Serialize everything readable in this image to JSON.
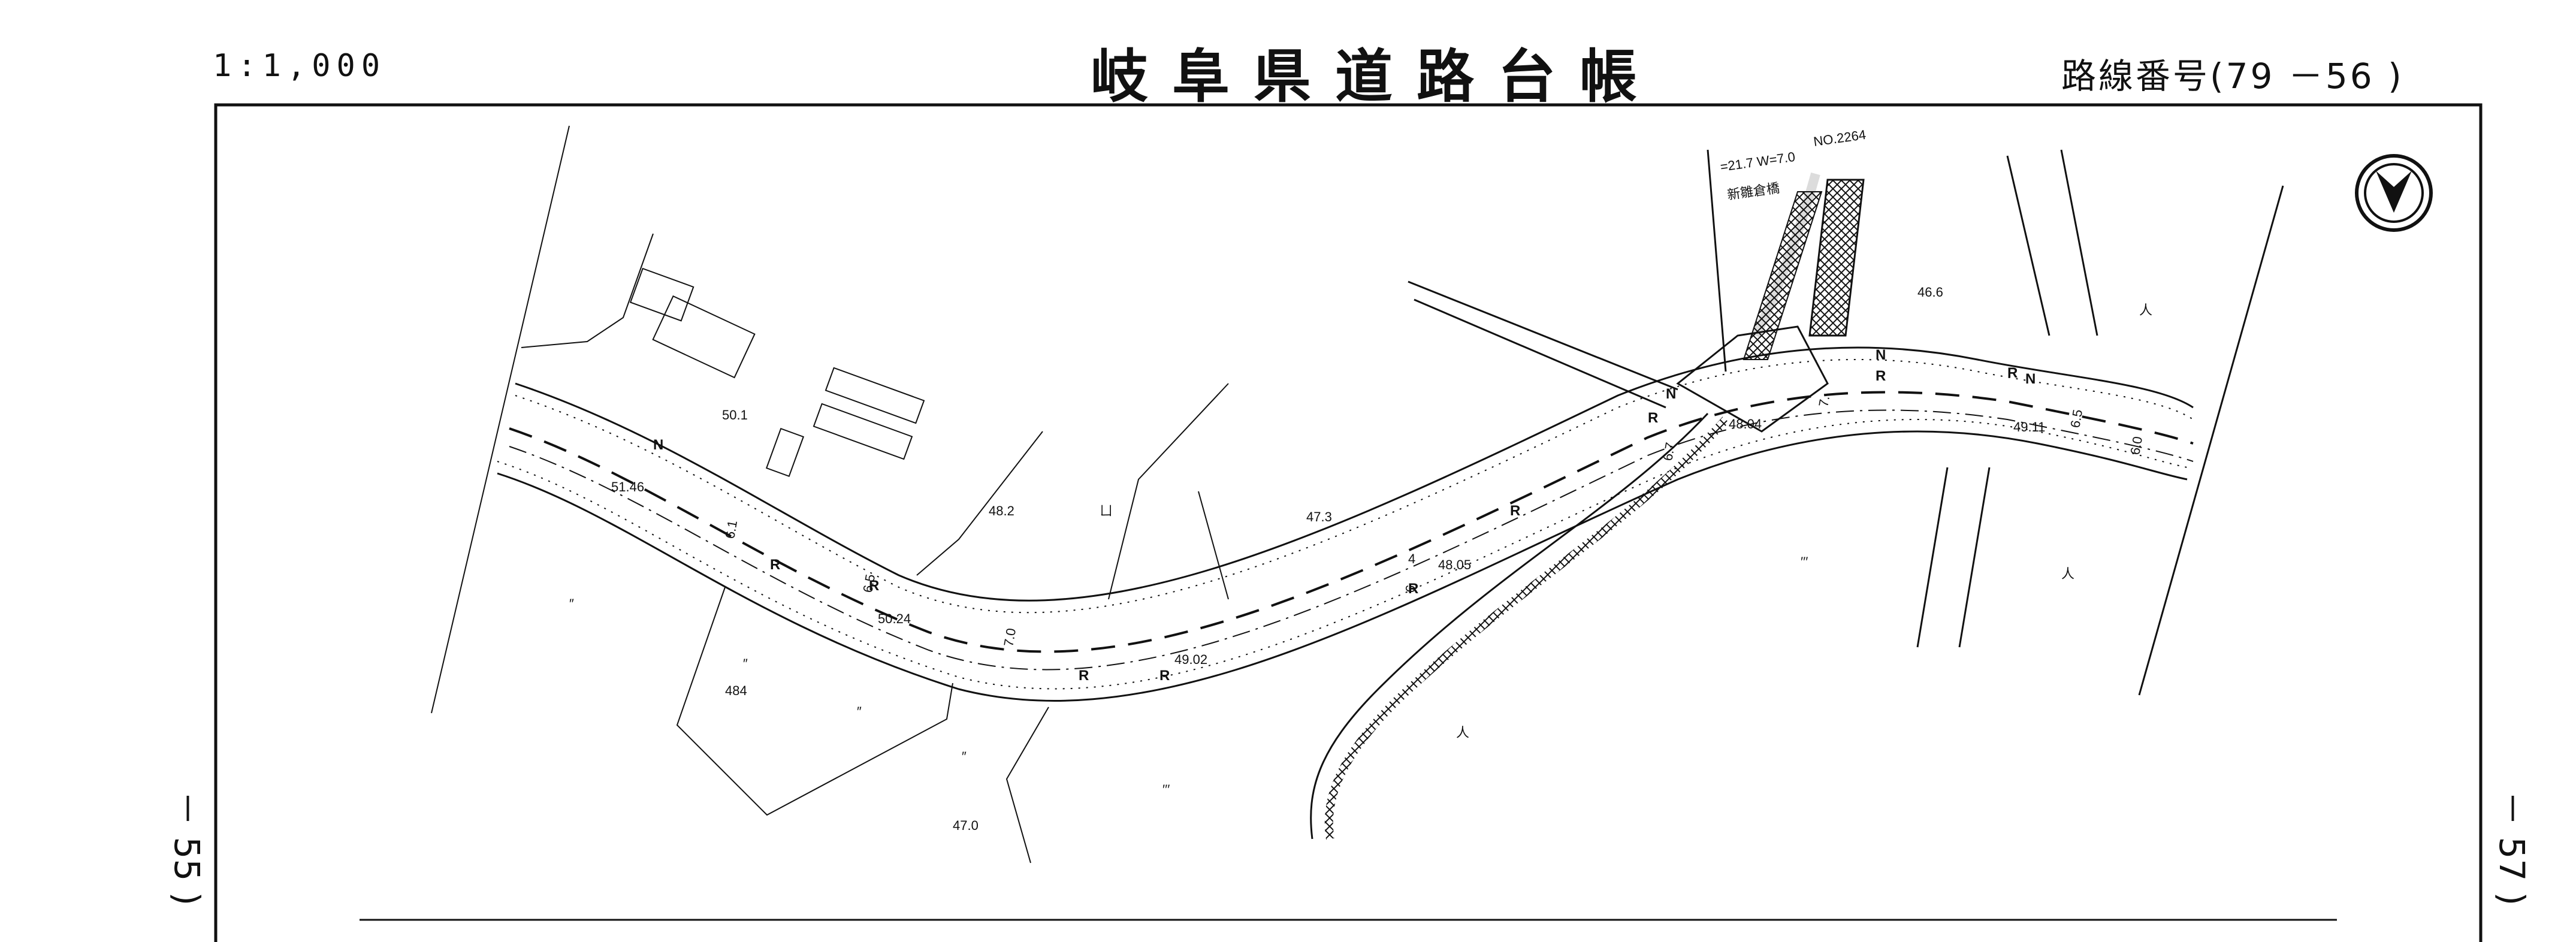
{
  "header": {
    "scale": "1:1,000",
    "title": "岐阜県道路台帳",
    "route_number": "路線番号(79 －56 )"
  },
  "edge_labels": {
    "left": "－ 55 )",
    "right": "－ 57 )"
  },
  "north_symbol": "north-arrow-icon",
  "bridge": {
    "dims": "=21.7 W=7.0",
    "name": "新雛倉橋",
    "number": "NO.2264"
  },
  "elevations": [
    "50.1",
    "51.46",
    "48.2",
    "47.3",
    "50.24",
    "49.02",
    "48.05",
    "48.04",
    "46.6",
    "49.11",
    "484",
    "47.0"
  ],
  "widths": [
    "6.1",
    "6.5",
    "7.0",
    "4",
    "6.7",
    "7.",
    "6.5",
    "6.0",
    "6"
  ],
  "markers": {
    "R": "R",
    "N": "N"
  },
  "landuse": {
    "paddy": "″",
    "field": "′′′",
    "forest": "人",
    "orchard": "ㄩ"
  }
}
